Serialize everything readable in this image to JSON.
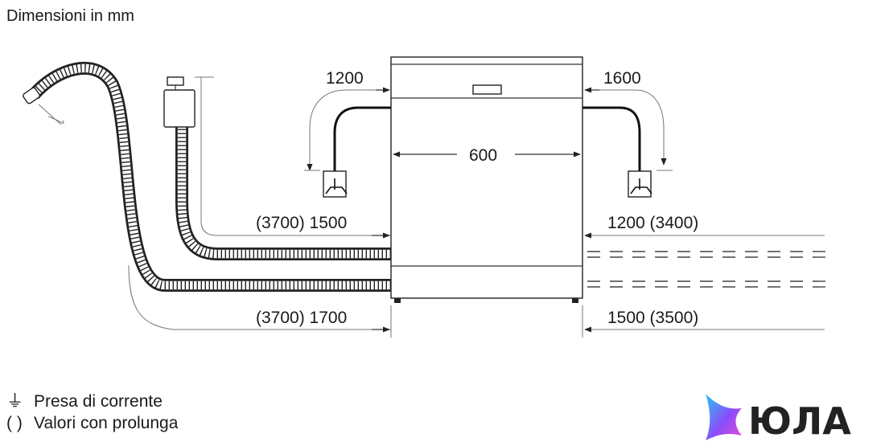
{
  "title": "Dimensioni in mm",
  "dimensions": {
    "left_top_drop": "1200",
    "right_top_drop": "1600",
    "width": "600",
    "left_hose_upper": "(3700) 1500",
    "left_hose_lower": "(3700) 1700",
    "right_upper": "1200 (3400)",
    "right_lower": "1500 (3500)"
  },
  "legend": {
    "socket_symbol": "⏚",
    "socket_label": "Presa di corrente",
    "paren_symbol": "( )",
    "paren_label": "Valori con prolunga"
  },
  "logo": {
    "text": "ЮЛА",
    "colors": [
      "#29c6f2",
      "#8a4dfa",
      "#e94bd6"
    ]
  },
  "icons": [
    "socket-icon",
    "logo-star-icon"
  ]
}
